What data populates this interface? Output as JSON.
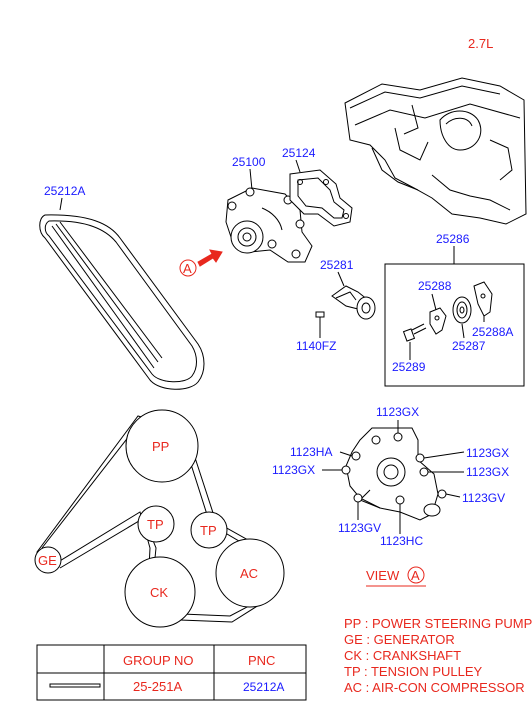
{
  "engine": "2.7L",
  "parts": {
    "belt": "25212A",
    "water_pump": "25100",
    "gasket": "25124",
    "tensioner_assy": "25286",
    "tensioner": "25281",
    "bolt": "1140FZ",
    "bracket": "25288",
    "bracket_a": "25288A",
    "pulley": "25287",
    "tensioner_bolt": "25289"
  },
  "view_marker": "A",
  "view_label": "VIEW",
  "bolts": {
    "top": "1123GX",
    "left_upper": "1123HA",
    "left": "1123GX",
    "right_upper": "1123GX",
    "right": "1123GX",
    "right_lower": "1123GV",
    "bottom_left": "1123GV",
    "bottom": "1123HC"
  },
  "pulleys": {
    "pp": "PP",
    "tp1": "TP",
    "tp2": "TP",
    "ge": "GE",
    "ck": "CK",
    "ac": "AC"
  },
  "legend": [
    "PP : POWER STEERING PUMP",
    "GE : GENERATOR",
    "CK : CRANKSHAFT",
    "TP : TENSION PULLEY",
    "AC : AIR-CON COMPRESSOR"
  ],
  "table": {
    "headers": [
      "GROUP NO",
      "PNC"
    ],
    "row": [
      "25-251A",
      "25212A"
    ]
  }
}
